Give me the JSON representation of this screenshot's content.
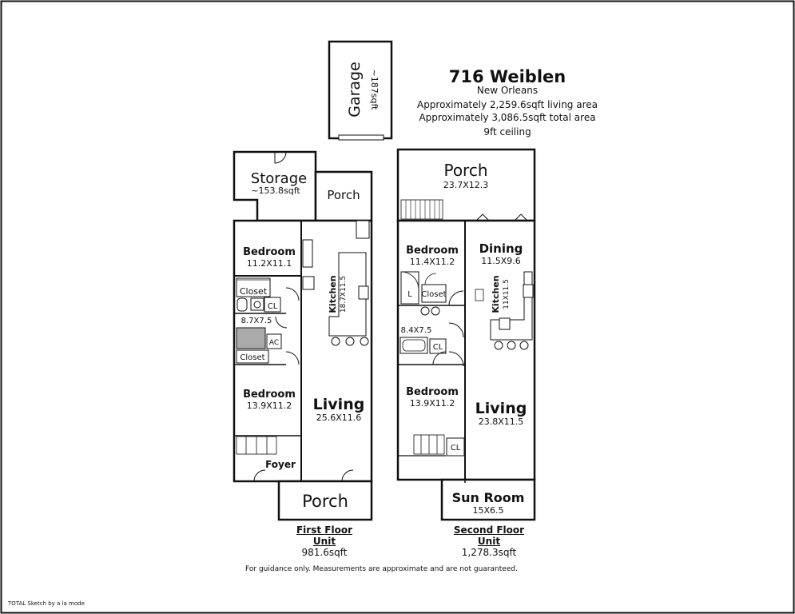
{
  "header": {
    "title": "716 Weiblen",
    "city": "New Orleans",
    "living_area": "Approximately 2,259.6sqft living area",
    "total_area": "Approximately 3,086.5sqft total area",
    "ceiling": "9ft ceiling"
  },
  "garage": {
    "name": "Garage",
    "area": "~187sqft"
  },
  "first_floor": {
    "caption_line1": "First Floor",
    "caption_line2": "Unit",
    "area": "981.6sqft",
    "rooms": {
      "storage": {
        "name": "Storage",
        "area": "~153.8sqft"
      },
      "back_porch": {
        "name": "Porch"
      },
      "bedroom1": {
        "name": "Bedroom",
        "dims": "11.2X11.1"
      },
      "closet1": {
        "name": "Closet"
      },
      "cl": {
        "name": "CL"
      },
      "bath_dims": "8.7X7.5",
      "ac": {
        "name": "AC"
      },
      "closet2": {
        "name": "Closet"
      },
      "kitchen": {
        "name": "Kitchen",
        "dims": "18.7X11.5"
      },
      "bedroom2": {
        "name": "Bedroom",
        "dims": "13.9X11.2"
      },
      "living": {
        "name": "Living",
        "dims": "25.6X11.6"
      },
      "foyer": {
        "name": "Foyer"
      },
      "front_porch": {
        "name": "Porch"
      }
    }
  },
  "second_floor": {
    "caption_line1": "Second Floor",
    "caption_line2": "Unit",
    "area": "1,278.3sqft",
    "rooms": {
      "porch": {
        "name": "Porch",
        "dims": "23.7X12.3"
      },
      "bedroom1": {
        "name": "Bedroom",
        "dims": "11.4X11.2"
      },
      "dining": {
        "name": "Dining",
        "dims": "11.5X9.6"
      },
      "l": {
        "name": "L"
      },
      "closet": {
        "name": "Closet"
      },
      "kitchen": {
        "name": "Kitchen",
        "dims": "11X11.5"
      },
      "bath_dims": "8.4X7.5",
      "cl1": {
        "name": "CL"
      },
      "bedroom2": {
        "name": "Bedroom",
        "dims": "13.9X11.2"
      },
      "living": {
        "name": "Living",
        "dims": "23.8X11.5"
      },
      "cl2": {
        "name": "CL"
      },
      "sunroom": {
        "name": "Sun Room",
        "dims": "15X6.5"
      }
    }
  },
  "disclaimer": "For guidance only. Measurements are approximate and are not guaranteed.",
  "credit": "TOTAL Sketch by a la mode"
}
